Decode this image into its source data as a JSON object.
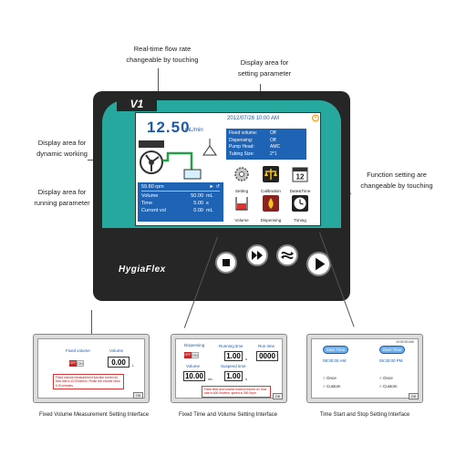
{
  "callouts": {
    "flow_rate": [
      "Real-time flow rate",
      "changeable by touching"
    ],
    "setting_param": [
      "Display area for",
      "setting parameter"
    ],
    "dynamic": [
      "Display area for",
      "dynamic working"
    ],
    "running_param": [
      "Display area for",
      "running parameter"
    ],
    "function": [
      "Function  setting are",
      "changeable by touching"
    ]
  },
  "device": {
    "model": "V1",
    "brand": "HygiaFlex",
    "screen": {
      "flow_value": "12.50",
      "flow_unit": "mL/min",
      "datetime": "2012/07/26  10:00 AM",
      "setting_params": [
        {
          "label": "Fixed volume:",
          "value": "Off"
        },
        {
          "label": "Dispensing:",
          "value": "Off"
        },
        {
          "label": "Pump Head:",
          "value": "AMC"
        },
        {
          "label": "Tubing Size:",
          "value": "2*1"
        }
      ],
      "running": {
        "speed": "59.80 rpm",
        "direction": "► ↺",
        "rows": [
          {
            "label": "Volume",
            "value": "50.00",
            "unit": "mL"
          },
          {
            "label": "Time",
            "value": "5.00",
            "unit": "s"
          },
          {
            "label": "Current vol",
            "value": "0.00",
            "unit": "mL"
          }
        ]
      },
      "functions": [
        {
          "label": "Setting",
          "icon": "gear-icon"
        },
        {
          "label": "Calibration",
          "icon": "scale-icon"
        },
        {
          "label": "Date&Time",
          "icon": "calendar-icon",
          "day": "12"
        },
        {
          "label": "Volume",
          "icon": "beaker-icon"
        },
        {
          "label": "Dispensing",
          "icon": "dispensing-icon"
        },
        {
          "label": "Timing",
          "icon": "clock-icon"
        }
      ]
    }
  },
  "panels": {
    "fixed_volume": {
      "caption": "Fixed Volume Measurement Setting Interface",
      "fixed_volume_label": "Fixed volume",
      "volume_label": "Volume",
      "toggle_off": "OFF",
      "toggle_on": "ON",
      "volume_value": "0.00",
      "volume_unit": "L",
      "note": "Fixed volume measurement function turned on, flow rate is 10.00ml/min, Finish the volume need 0.00 minutes",
      "ok": "OK"
    },
    "time_volume": {
      "caption": "Fixed Time and Volume Setting Interface",
      "dispensing_label": "Dispensing",
      "running_time_label": "Running time",
      "run_time_label": "Run time",
      "toggle_off": "OFF",
      "toggle_on": "ON",
      "running_time_value": "1.00",
      "running_time_unit": "s",
      "run_time_value": "0000",
      "volume_label": "Volume",
      "volume_value": "10.00",
      "volume_unit": "mL",
      "suspend_label": "Suspend time",
      "suspend_value": "1.00",
      "suspend_unit": "s",
      "note": "Fixed time and volume function turned on, flow rate is 600.0ml/min, speed is 300.0rpm",
      "ok": "OK"
    },
    "start_stop": {
      "caption": "Time Start and Stop Setting Interface",
      "clock": "10:00:00 AM",
      "start_label": "Start Time",
      "over_label": "Over Time",
      "start_value": "08:30:00 AM",
      "over_value": "05:30:00 PM",
      "once": "Once",
      "custom": "Custom",
      "ok": "OK"
    }
  },
  "colors": {
    "teal": "#27a89e",
    "screen_blue": "#1f63b4",
    "bezel": "#262626"
  }
}
